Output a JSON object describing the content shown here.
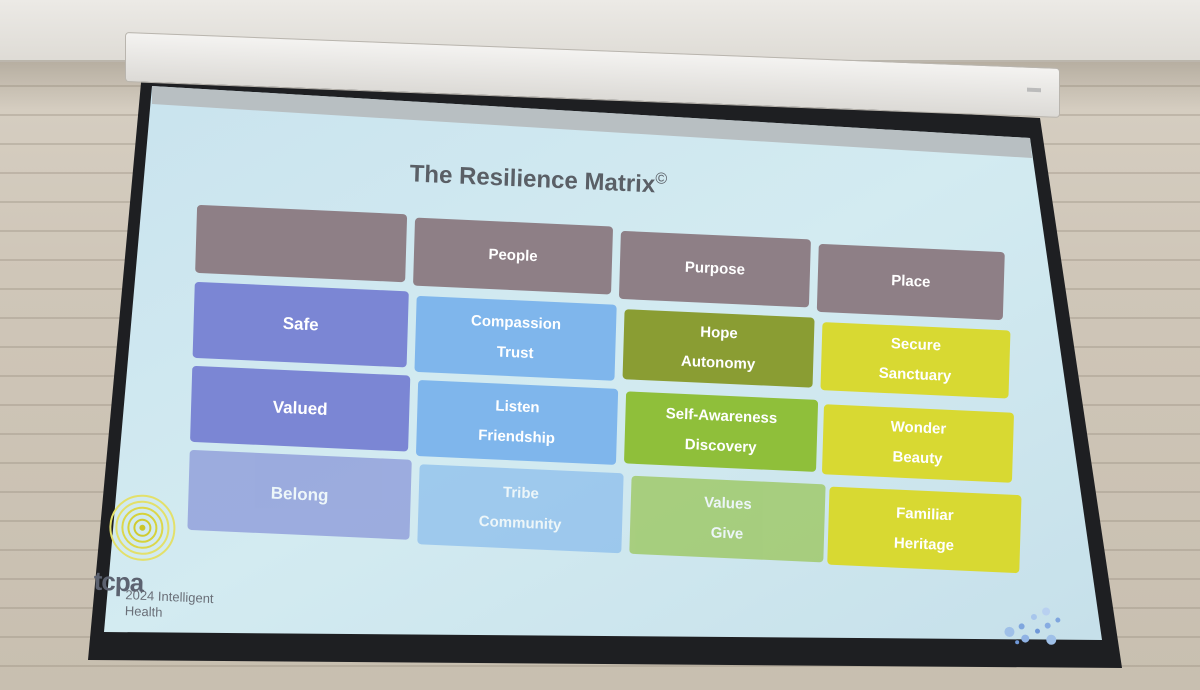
{
  "slide": {
    "title": "The Resilience Matrix",
    "title_mark": "©",
    "columns": [
      "People",
      "Purpose",
      "Place"
    ],
    "rows": [
      {
        "label": "Safe",
        "cells": [
          [
            "Compassion",
            "Trust"
          ],
          [
            "Hope",
            "Autonomy"
          ],
          [
            "Secure",
            "Sanctuary"
          ]
        ]
      },
      {
        "label": "Valued",
        "cells": [
          [
            "Listen",
            "Friendship"
          ],
          [
            "Self-Awareness",
            "Discovery"
          ],
          [
            "Wonder",
            "Beauty"
          ]
        ]
      },
      {
        "label": "Belong",
        "cells": [
          [
            "Tribe",
            "Community"
          ],
          [
            "Values",
            "Give"
          ],
          [
            "Familiar",
            "Heritage"
          ]
        ]
      }
    ],
    "footer": {
      "brand": "tcpa",
      "copyright": "2024 Intelligent",
      "copyright_line2": "Health"
    }
  },
  "colors": {
    "header": "#8e7f86",
    "row_label": "#7b86d4",
    "people": "#7fb6ec",
    "purpose": "#8fbf3a",
    "place": "#d8d932",
    "slide_background": "#cfe6ef"
  }
}
